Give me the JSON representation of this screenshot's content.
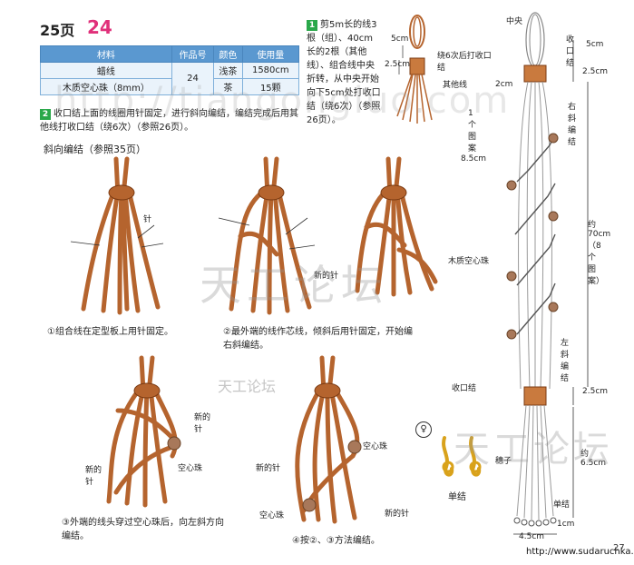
{
  "header": {
    "page_label": "25页",
    "pattern_number": "24"
  },
  "materials": {
    "columns": [
      "材料",
      "作品号",
      "颜色",
      "使用量"
    ],
    "rows": [
      {
        "material": "蜡线",
        "number": "24",
        "color": "浅茶",
        "amount": "1580cm"
      },
      {
        "material": "木质空心珠（8mm）",
        "color": "茶",
        "amount": "15颗"
      }
    ]
  },
  "step1": {
    "badge": "1",
    "text": "剪5m长的线3根（组）、40cm长的2根（其他线）、组合线中央折转，从中央开始向下5cm处打收口结（绕6次）（参照26页）。"
  },
  "step2": {
    "badge": "2",
    "text": "收口结上面的线圈用针固定，进行斜向编结，编结完成后用其他线打收口结（绕6次）（参照26页）。"
  },
  "subtitle": "斜向编结（参照35页）",
  "fig_step1": {
    "top": "5cm",
    "mid": "2.5cm",
    "note1": "绕6次后打收口结",
    "note2": "其他线"
  },
  "captions": {
    "c1": "①组合线在定型板上用针固定。",
    "c2": "②最外端的线作芯线，倾斜后用针固定，开始编右斜编结。",
    "c3": "③外端的线头穿过空心珠后，向左斜方向编结。",
    "c4": "④按②、③方法编结。"
  },
  "labels": {
    "pin": "针",
    "new_pin": "新的针",
    "new_pin_2": "新的针",
    "new_pin_3": "新的针",
    "bead": "空心珠",
    "bead_2": "空心珠",
    "bead_3": "空心珠",
    "wood_bead": "木质空心珠",
    "closing_knot": "收口结",
    "tassel": "穗子",
    "single_knot": "单结",
    "single_knot_2": "单结"
  },
  "diagram": {
    "center": "中央",
    "close_loop": "收口结",
    "right_diag": "右斜编结",
    "left_diag": "左斜编结",
    "one_pattern": "1个图案",
    "total": "约70cm（8个图案）",
    "d_5cm": "5cm",
    "d_25a": "2.5cm",
    "d_2cm": "2cm",
    "d_85": "8.5cm",
    "d_25b": "2.5cm",
    "d_65": "约6.5cm",
    "d_1cm": "1cm",
    "d_45": "4.5cm"
  },
  "watermarks": {
    "cn": "天工论坛",
    "cn_small": "天工论坛",
    "url": "http://tiangongluo.com"
  },
  "footer": {
    "url": "http://www.sudaruchka.com/",
    "page_number": "27"
  },
  "colors": {
    "cord": "#b5642e",
    "cord_dark": "#7a3a12",
    "bead": "#a8785a",
    "header_blue": "#5a98d0",
    "accent_pink": "#e0307a",
    "step_green": "#2aa84a"
  }
}
